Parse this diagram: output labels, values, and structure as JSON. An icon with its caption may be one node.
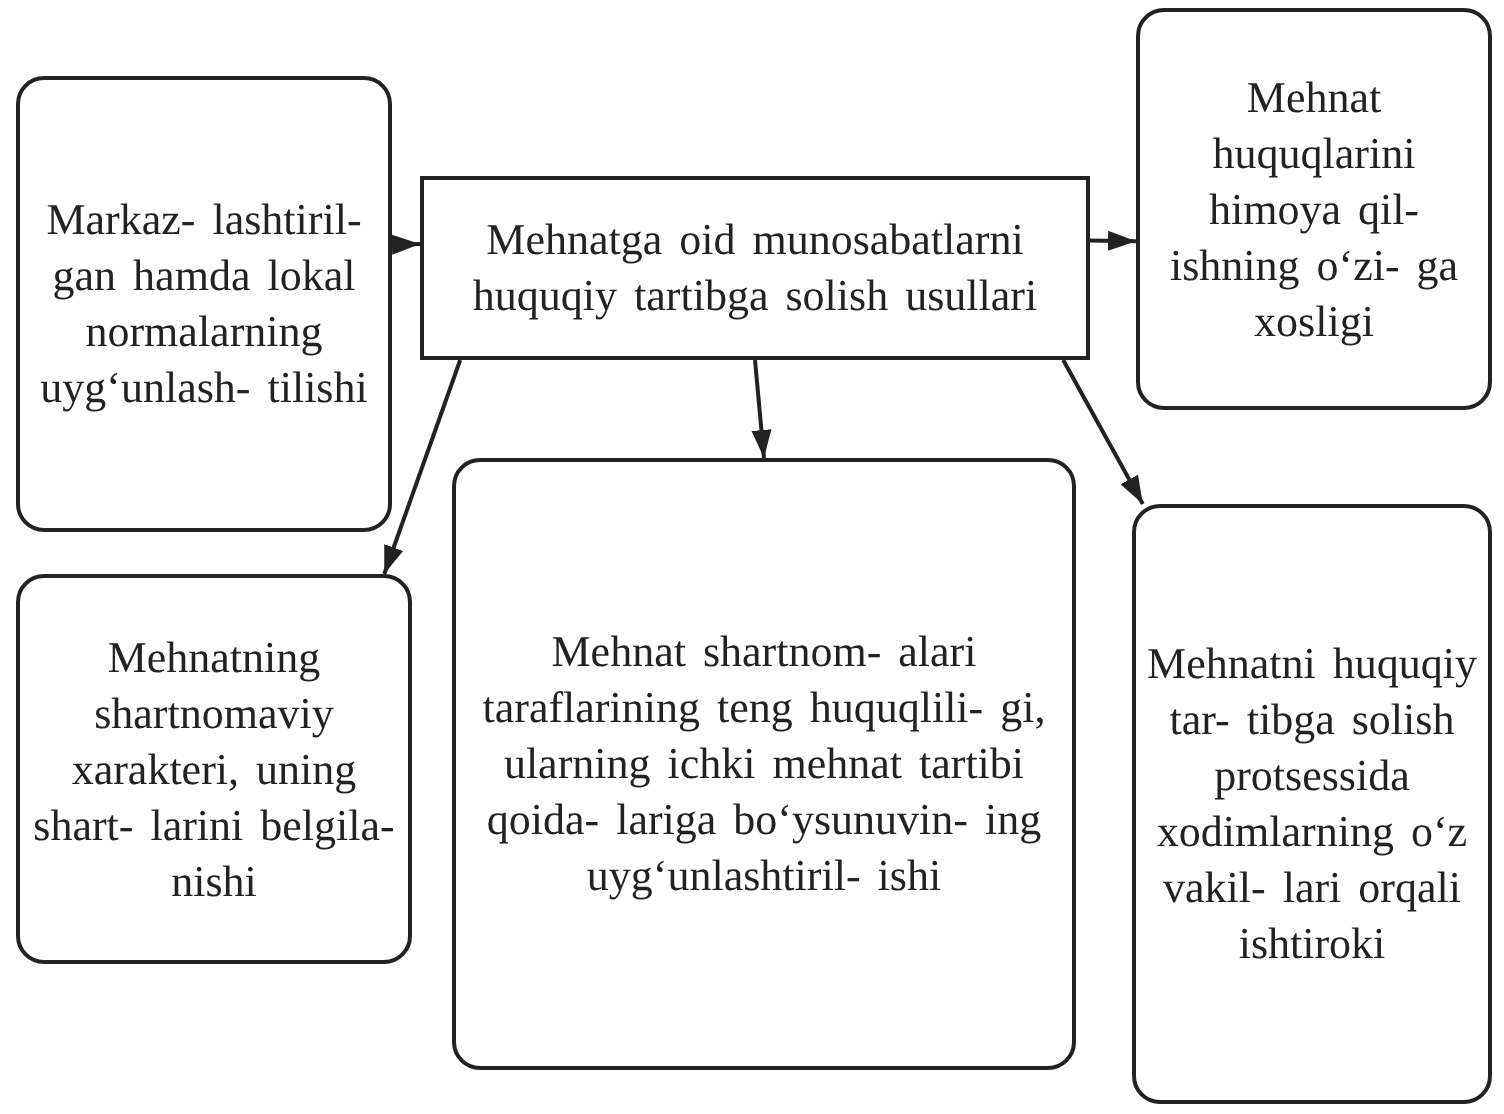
{
  "diagram": {
    "nodes": [
      {
        "text": [
          "Markaz- lashtiril-gan hamda lokal normalarning uyg‘unlash- tilishi"
        ]
      },
      {
        "text": [
          "Mehnatga oid munosabatlarni huquqiy tartibga solish usullari"
        ]
      },
      {
        "text": [
          "Mehnat huquqlarini himoya qil- ishning o‘zi- ga xosligi"
        ]
      },
      {
        "text": [
          "Mehnatning shartnomaviy xarakteri, uning shart- larini belgila- nishi"
        ]
      },
      {
        "text": [
          "Mehnat shartnom- alari taraflarining teng huquqlili- gi, ularning ichki mehnat tartibi qoida- lariga bo‘ysunuvin- ing uyg‘unlashtiril- ishi"
        ]
      },
      {
        "text": [
          "Mehnatni huquqiy tar- tibga solish protsessida xodimlarning o‘z vakil- lari orqali ishtiroki"
        ]
      }
    ],
    "edges": [
      {
        "from": 0,
        "to": 1,
        "arrow": "to"
      },
      {
        "from": 1,
        "to": 2,
        "arrow": "to"
      },
      {
        "from": 1,
        "to": 3,
        "arrow": "to"
      },
      {
        "from": 1,
        "to": 4,
        "arrow": "to"
      },
      {
        "from": 1,
        "to": 5,
        "arrow": "to"
      }
    ]
  }
}
